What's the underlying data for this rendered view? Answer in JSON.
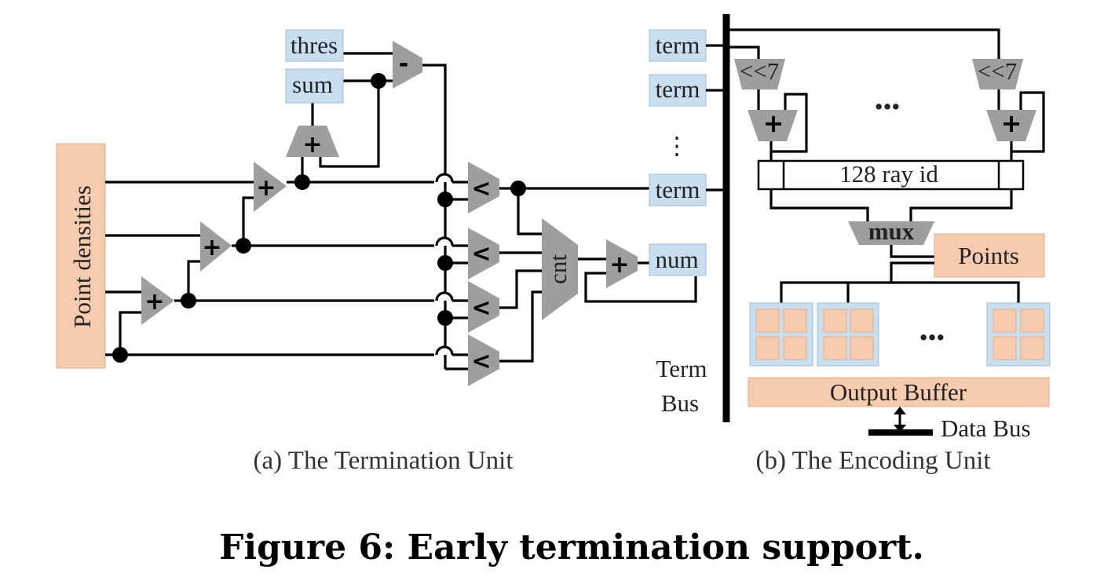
{
  "termination_unit": {
    "input_label": "Point densities",
    "thres_label": "thres",
    "sum_label": "sum",
    "add_symbol": "+",
    "sub_symbol": "-",
    "compare_symbol": "<",
    "counter_label": "cnt",
    "num_label": "num",
    "caption": "(a) The Termination Unit"
  },
  "encoding_unit": {
    "term_label": "term",
    "vertical_dots": "⋮",
    "shift_label": "<<7",
    "ellipsis": "•••",
    "ray_id_label": "128 ray id",
    "mux_label": "mux",
    "points_label": "Points",
    "output_buffer_label": "Output Buffer",
    "data_bus_label": "Data Bus",
    "term_bus_line1": "Term",
    "term_bus_line2": "Bus",
    "caption": "(b) The Encoding Unit"
  },
  "figure_title": "Figure 6: Early termination support.",
  "colors": {
    "register_blue": "#c9dff0",
    "buffer_peach": "#f7cbad",
    "operator_gray": "#9e9e9e"
  }
}
